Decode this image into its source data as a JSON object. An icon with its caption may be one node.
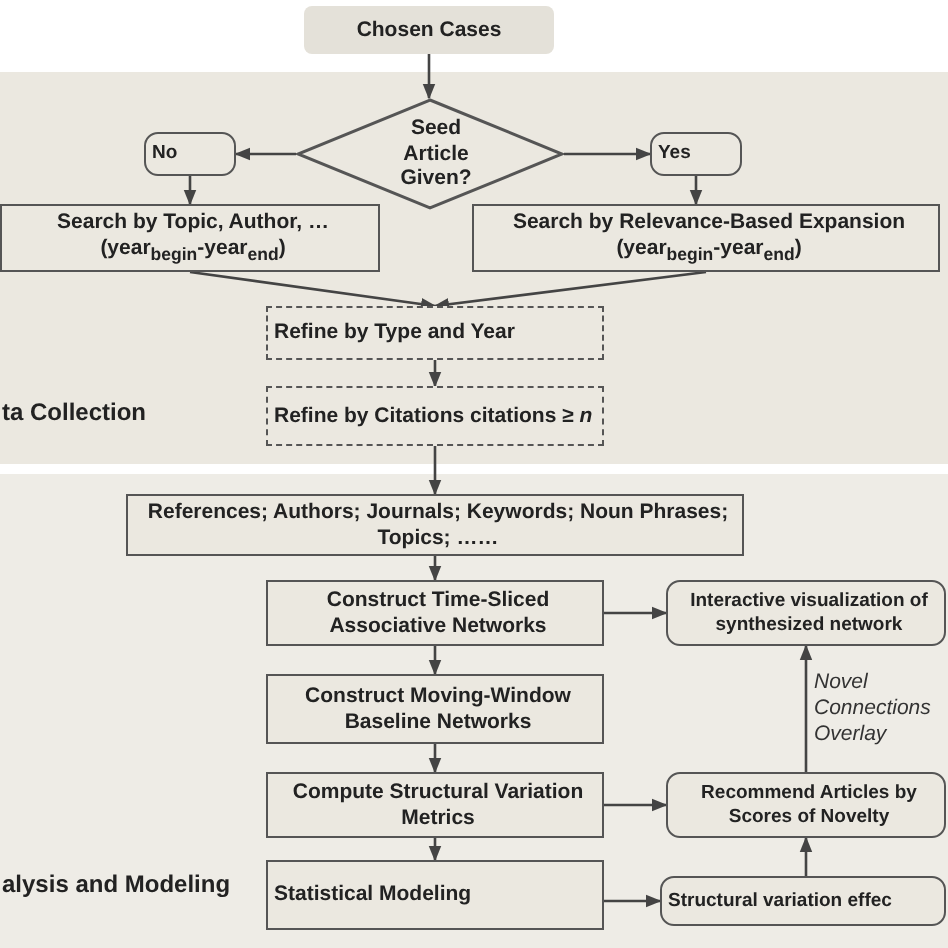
{
  "diagram": {
    "nodes": [
      {
        "text": [
          "Chosen Cases"
        ]
      },
      {
        "text": [
          "ta Collection"
        ]
      },
      {
        "text": [
          "Seed Article Given?"
        ],
        "in": 1
      },
      {
        "text": [
          "No"
        ],
        "in": 1
      },
      {
        "text": [
          "Yes"
        ],
        "in": 1
      },
      {
        "text": [
          "Search by Topic, Author, … (year$_{begin}$-year$_{end}$)"
        ],
        "in": 1
      },
      {
        "text": [
          "Search by Relevance-Based Expansion (year$_{begin}$-year$_{end}$)"
        ],
        "in": 1
      },
      {
        "text": [
          "Refine by Type and Year"
        ],
        "in": 1
      },
      {
        "text": [
          "Refine by Citations citations ≥ *n*"
        ],
        "in": 1
      },
      {
        "text": [
          "alysis and Modeling"
        ]
      },
      {
        "text": [
          "References; Authors; Journals; Keywords; Noun Phrases; Topics; ……"
        ],
        "in": 9
      },
      {
        "text": [
          "Construct Time-Sliced Associative Networks"
        ],
        "in": 9
      },
      {
        "text": [
          "Interactive visualization of synthesized network"
        ],
        "in": 9
      },
      {
        "text": [
          "Construct Moving-Window Baseline Networks"
        ],
        "in": 9
      },
      {
        "text": [
          "Compute Structural Variation Metrics"
        ],
        "in": 9
      },
      {
        "text": [
          "Recommend Articles by Scores of Novelty"
        ],
        "in": 9
      },
      {
        "text": [
          "Statistical Modeling"
        ],
        "in": 9
      },
      {
        "text": [
          "Structural variation effec"
        ],
        "in": 9
      }
    ],
    "edges": [
      {
        "from": 0,
        "to": 2,
        "arrow": "to"
      },
      {
        "from": 2,
        "to": 3,
        "arrow": "to"
      },
      {
        "from": 2,
        "to": 4,
        "arrow": "to"
      },
      {
        "from": 3,
        "to": 5,
        "arrow": "to"
      },
      {
        "from": 4,
        "to": 6,
        "arrow": "to"
      },
      {
        "from": 5,
        "to": 7,
        "arrow": "to"
      },
      {
        "from": 6,
        "to": 7,
        "arrow": "to"
      },
      {
        "from": 7,
        "to": 8,
        "arrow": "to"
      },
      {
        "from": 8,
        "to": 10,
        "arrow": "to"
      },
      {
        "from": 10,
        "to": 11,
        "arrow": "to"
      },
      {
        "from": 11,
        "to": 12,
        "arrow": "to"
      },
      {
        "from": 11,
        "to": 13,
        "arrow": "to"
      },
      {
        "from": 13,
        "to": 14,
        "arrow": "to"
      },
      {
        "from": 14,
        "to": 15,
        "arrow": "to"
      },
      {
        "from": 14,
        "to": 16,
        "arrow": "to"
      },
      {
        "from": 16,
        "to": 17,
        "arrow": "to"
      },
      {
        "from": 17,
        "to": 15,
        "arrow": "to"
      },
      {
        "from": 15,
        "to": 12,
        "arrow": "to",
        "label": "Novel Connections Overlay"
      }
    ]
  }
}
